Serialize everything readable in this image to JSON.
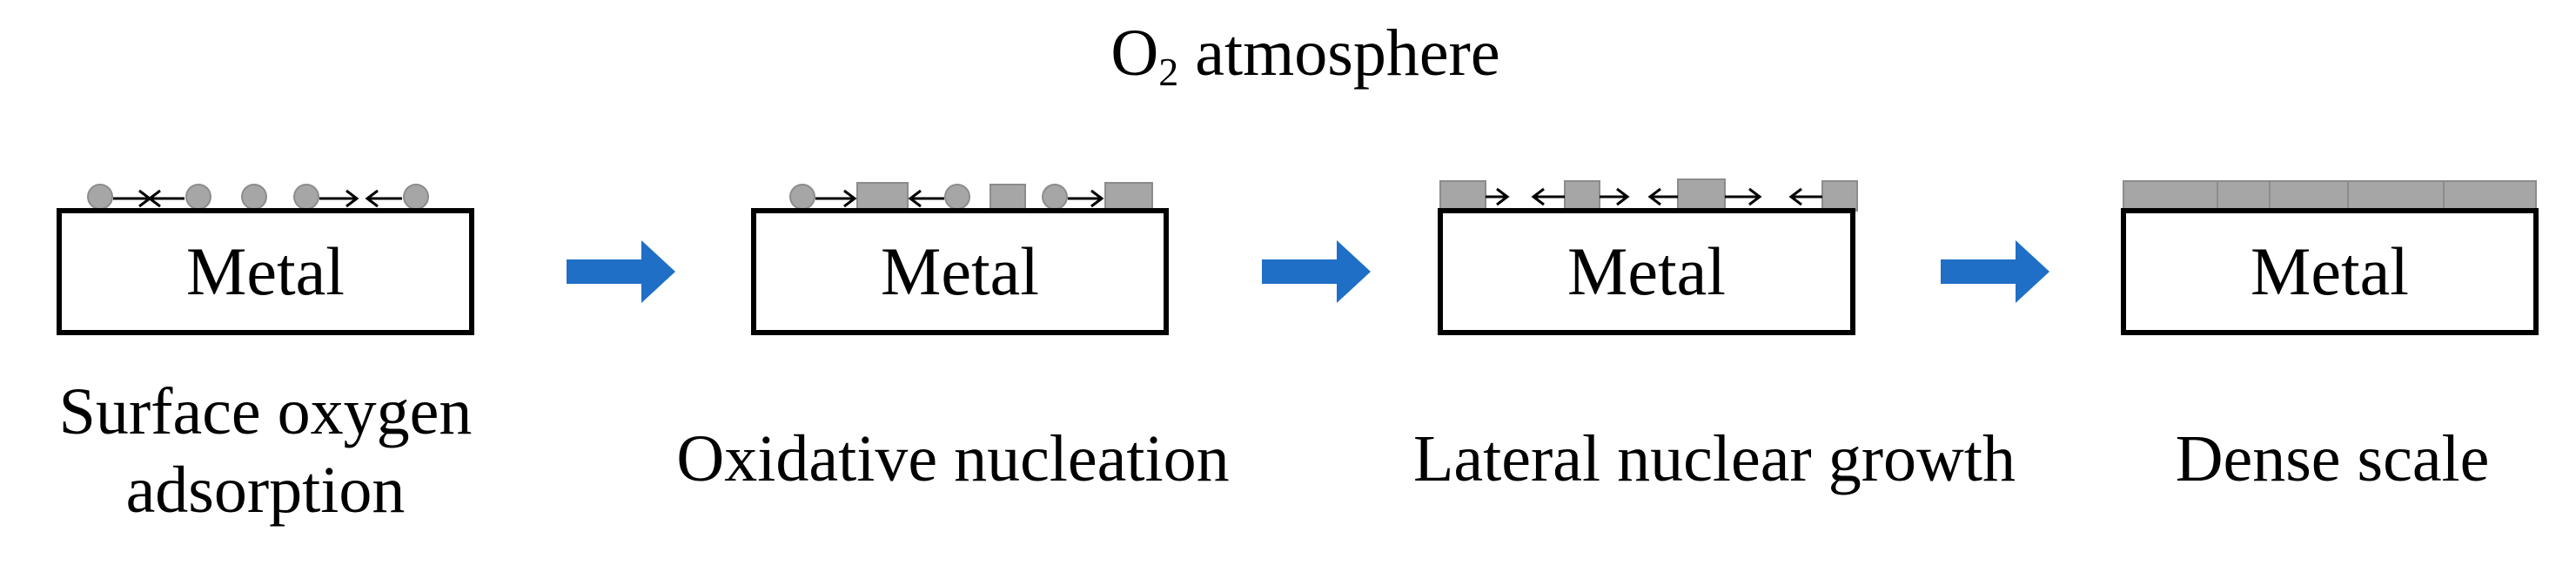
{
  "title": {
    "prefix": "O",
    "subscript": "2",
    "suffix": " atmosphere"
  },
  "stages": [
    {
      "metal": "Metal",
      "label": "Surface oxygen\nadsorption"
    },
    {
      "metal": "Metal",
      "label": "Oxidative nucleation"
    },
    {
      "metal": "Metal",
      "label": "Lateral nuclear growth"
    },
    {
      "metal": "Metal",
      "label": "Dense scale"
    }
  ],
  "colors": {
    "arrow": "#1f6fc6",
    "oxide": "#a6a6a6",
    "oxide_stroke": "#8c8c8c",
    "outline": "#000000"
  }
}
